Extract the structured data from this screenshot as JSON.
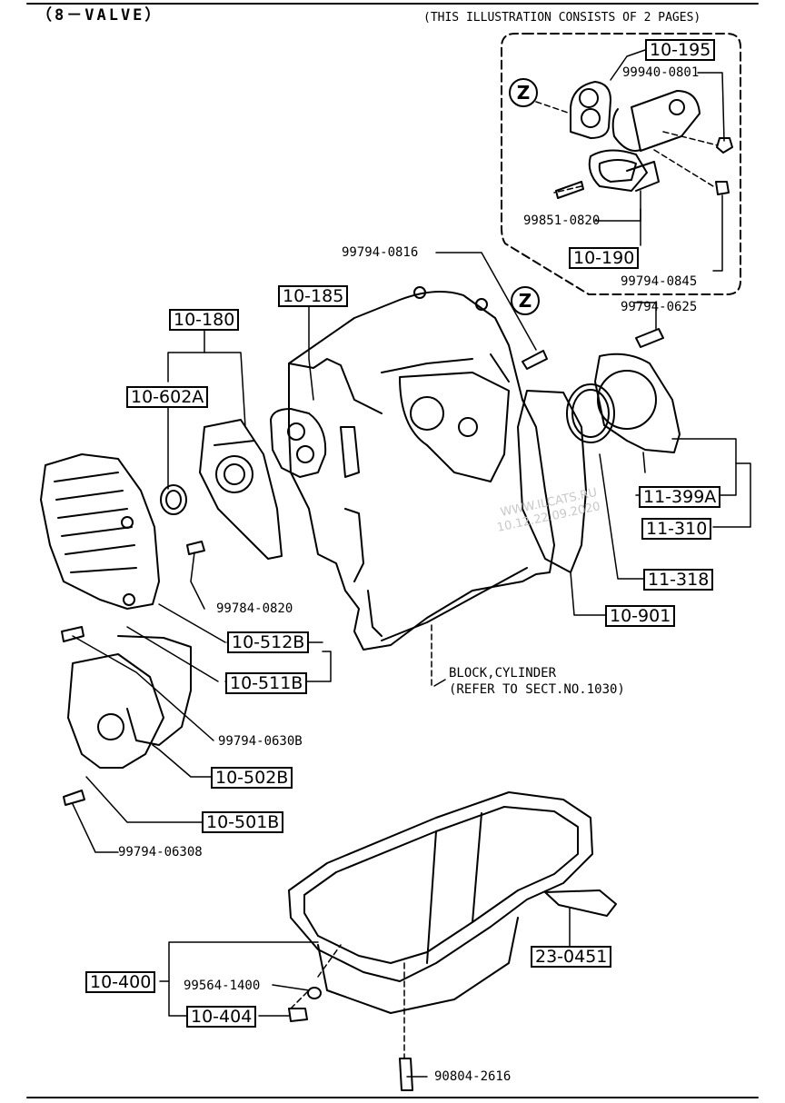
{
  "header": {
    "title": "（8－VALVE）",
    "pages_note": "(THIS ILLUSTRATION CONSISTS OF  2 PAGES)"
  },
  "part_boxes": {
    "p10_195": "10-195",
    "p10_190": "10-190",
    "p10_185": "10-185",
    "p10_180": "10-180",
    "p10_602a": "10-602A",
    "p11_399a": "11-399A",
    "p11_310": "11-310",
    "p11_318": "11-318",
    "p10_901": "10-901",
    "p10_512b": "10-512B",
    "p10_511b": "10-511B",
    "p10_502b": "10-502B",
    "p10_501b": "10-501B",
    "p23_0451": "23-0451",
    "p10_400": "10-400",
    "p10_404": "10-404"
  },
  "part_numbers": {
    "n99940_0801": "99940-0801",
    "n99851_0820": "99851-0820",
    "n99794_0845": "99794-0845",
    "n99794_0816": "99794-0816",
    "n99794_0625": "99794-0625",
    "n99784_0820": "99784-0820",
    "n99794_0630b_a": "99794-0630B",
    "n99794_0630b_b": "99794-06308",
    "n99564_1400": "99564-1400",
    "n90804_2616": "90804-2616"
  },
  "reference": {
    "line1": "BLOCK,CYLINDER",
    "line2": "(REFER TO SECT.NO.1030)"
  },
  "zone_markers": {
    "z1": "Z",
    "z2": "Z"
  },
  "watermark": {
    "line1": "WWW.ILCATS.RU",
    "line2": "10.12.22.09.2020"
  },
  "colors": {
    "ink": "#000000",
    "paper": "#ffffff",
    "watermark": "#c8c8c8"
  }
}
